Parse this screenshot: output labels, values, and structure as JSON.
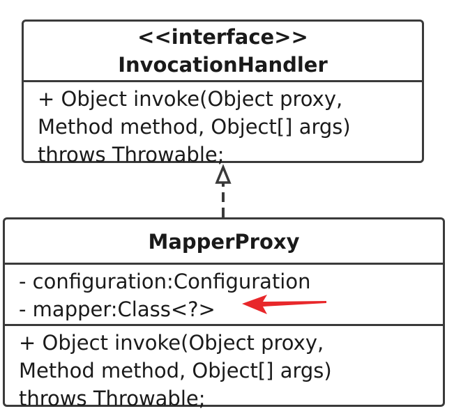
{
  "interface_class": {
    "stereotype": "<<interface>>",
    "name": "InvocationHandler",
    "operations": [
      "+ Object invoke(Object proxy,",
      "Method method, Object[] args)",
      "throws Throwable;"
    ]
  },
  "impl_class": {
    "name": "MapperProxy",
    "attributes": [
      "- configuration:Configuration",
      "- mapper:Class<?>"
    ],
    "operations": [
      "+ Object invoke(Object proxy,",
      "Method method, Object[] args)",
      "throws Throwable;"
    ]
  },
  "relationship": {
    "type": "realization",
    "from": "MapperProxy",
    "to": "InvocationHandler"
  },
  "annotation": {
    "arrow_color": "#e8272a",
    "points_to": "- mapper:Class<?>"
  }
}
